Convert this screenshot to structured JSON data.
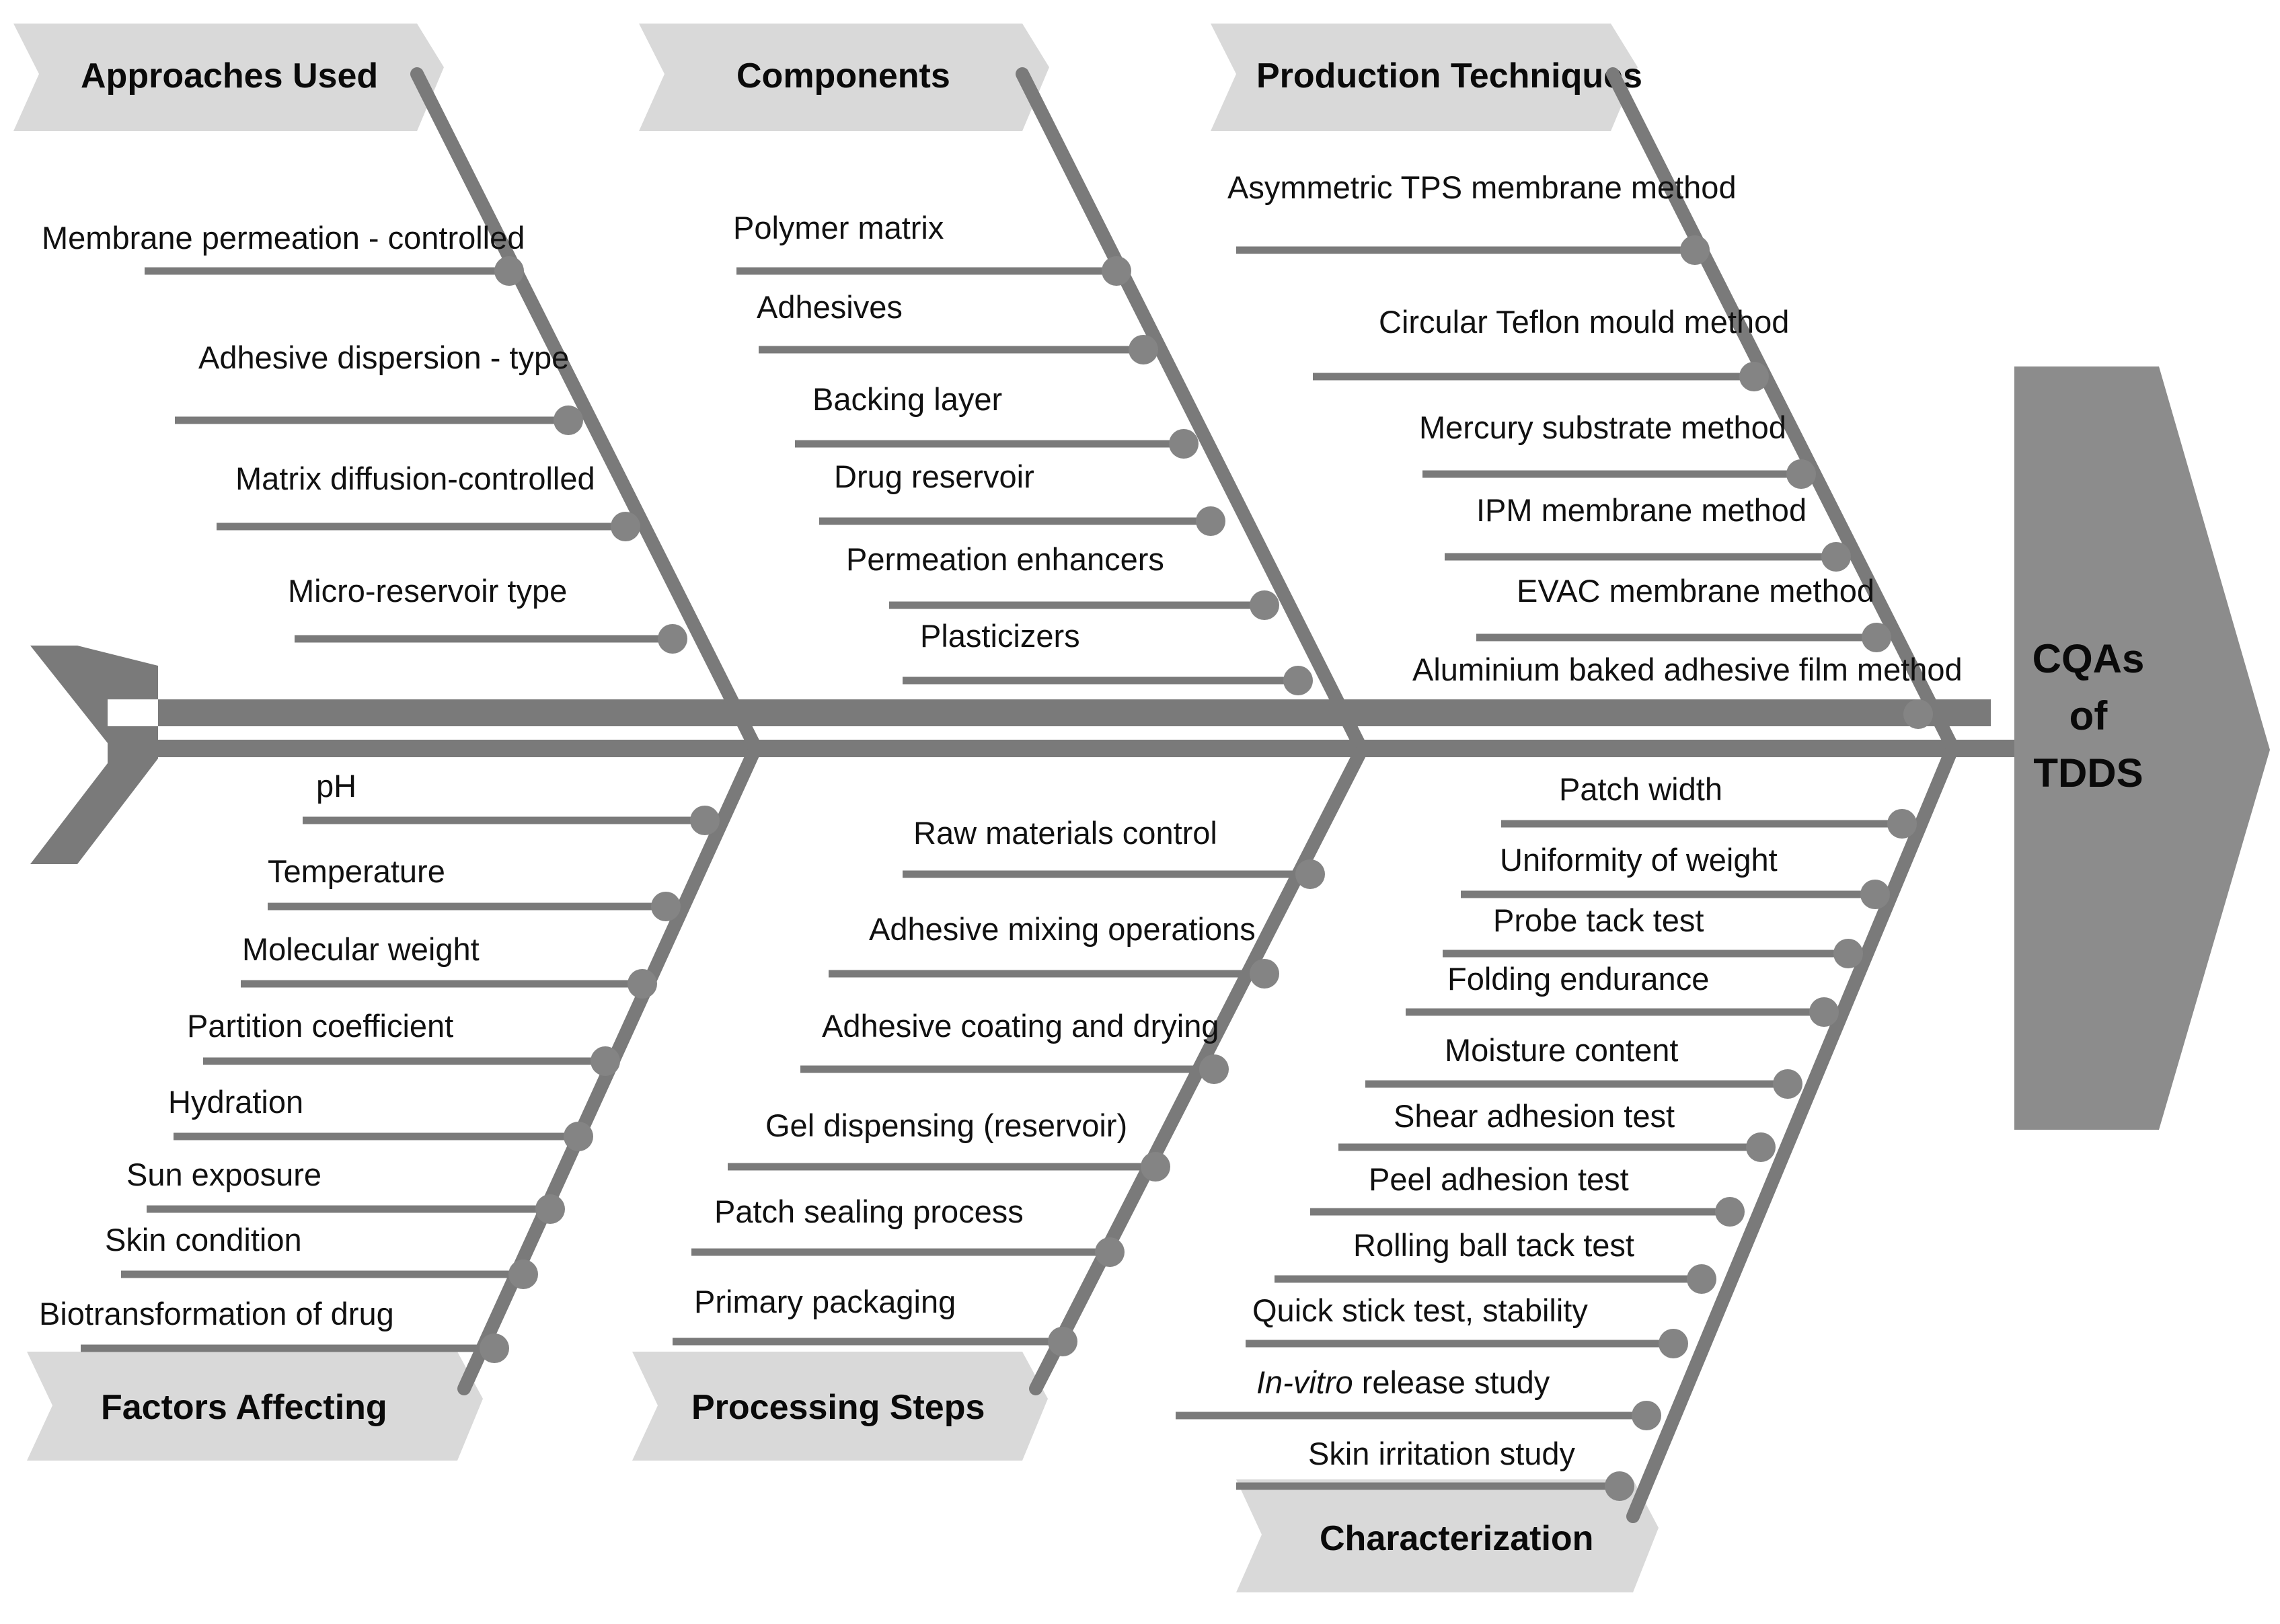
{
  "diagram": {
    "type": "fishbone-ishikawa",
    "effect_head": {
      "lines": [
        "CQAs",
        "of",
        "TDDS"
      ],
      "fill": "#8c8c8c"
    },
    "colors": {
      "banner_fill": "#d9d9d9",
      "spine": "#7a7a7a",
      "branch": "#7a7a7a",
      "bone": "#7a7a7a",
      "dot": "#848484",
      "text": "#111111"
    },
    "categories": [
      {
        "id": "approaches-used",
        "label": "Approaches Used",
        "position": "top",
        "items": [
          "Membrane permeation - controlled",
          "Adhesive dispersion - type",
          "Matrix diffusion-controlled",
          "Micro-reservoir type"
        ]
      },
      {
        "id": "components",
        "label": "Components",
        "position": "top",
        "items": [
          "Polymer matrix",
          "Adhesives",
          "Backing layer",
          "Drug reservoir",
          "Permeation enhancers",
          "Plasticizers"
        ]
      },
      {
        "id": "production-techniques",
        "label": "Production Techniques",
        "position": "top",
        "items": [
          "Asymmetric TPS membrane method",
          "Circular Teflon mould method",
          "Mercury substrate method",
          "IPM membrane method",
          "EVAC membrane method",
          "Aluminium baked adhesive film method"
        ]
      },
      {
        "id": "factors-affecting",
        "label": "Factors Affecting",
        "position": "bottom",
        "items": [
          "pH",
          "Temperature",
          "Molecular weight",
          "Partition coefficient",
          "Hydration",
          "Sun exposure",
          "Skin condition",
          "Biotransformation of drug"
        ]
      },
      {
        "id": "processing-steps",
        "label": "Processing Steps",
        "position": "bottom",
        "items": [
          "Raw materials control",
          "Adhesive mixing operations",
          "Adhesive coating and drying",
          "Gel dispensing (reservoir)",
          "Patch sealing process",
          "Primary packaging"
        ]
      },
      {
        "id": "characterization",
        "label": "Characterization",
        "position": "bottom",
        "items": [
          "Patch width",
          "Uniformity of weight",
          "Probe tack test",
          "Folding endurance",
          "Moisture content",
          "Shear adhesion test",
          "Peel adhesion test",
          "Rolling ball tack test",
          "Quick stick test, stability",
          "In-vitro release study",
          "Skin irritation study"
        ],
        "italic_lead": {
          "In-vitro release study": "In-vitro"
        }
      }
    ]
  }
}
